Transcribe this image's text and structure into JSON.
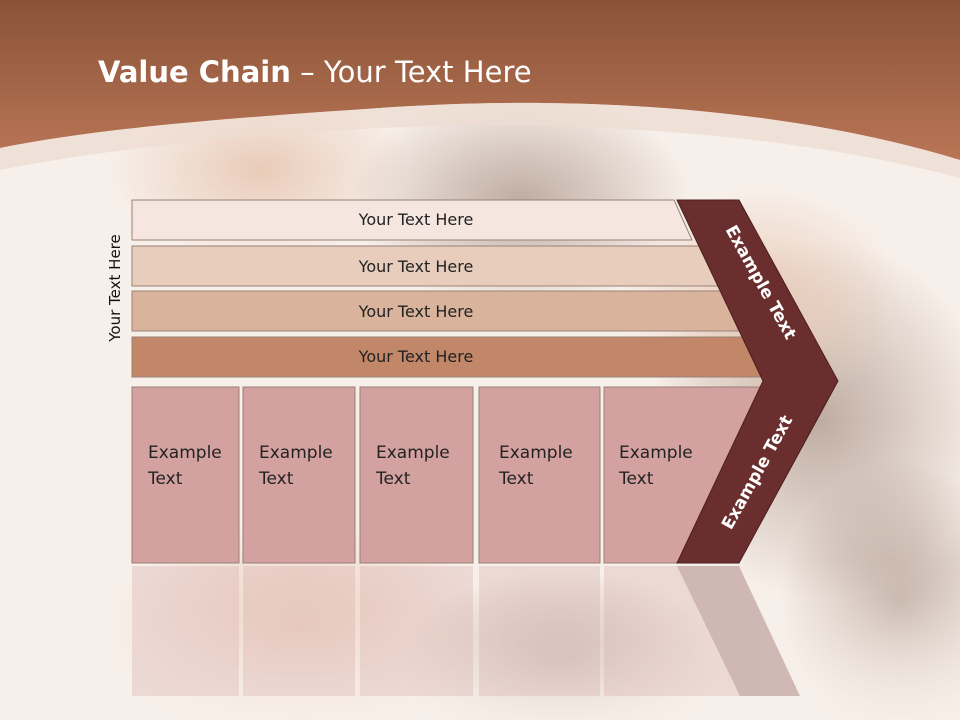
{
  "slide": {
    "title_bold": "Value Chain",
    "title_sep": "–",
    "title_rest": "Your Text Here",
    "side_label": "Your Text Here"
  },
  "bars": [
    {
      "label": "Your Text Here",
      "fill": "#f5e6df"
    },
    {
      "label": "Your Text Here",
      "fill": "#e8cdbd"
    },
    {
      "label": "Your Text Here",
      "fill": "#d9b39c"
    },
    {
      "label": "Your Text Here",
      "fill": "#c28668"
    }
  ],
  "boxes": [
    {
      "line1": "Example",
      "line2": "Text"
    },
    {
      "line1": "Example",
      "line2": "Text"
    },
    {
      "line1": "Example",
      "line2": "Text"
    },
    {
      "line1": "Example",
      "line2": "Text"
    },
    {
      "line1": "Example",
      "line2": "Text"
    }
  ],
  "chevron": {
    "upper_text": "Example Text",
    "lower_text": "Example Text",
    "fill": "#6b2e2e"
  },
  "colors": {
    "header": "#a9694a",
    "box_fill": "#d3a2a0",
    "background": "#f7efe9"
  }
}
